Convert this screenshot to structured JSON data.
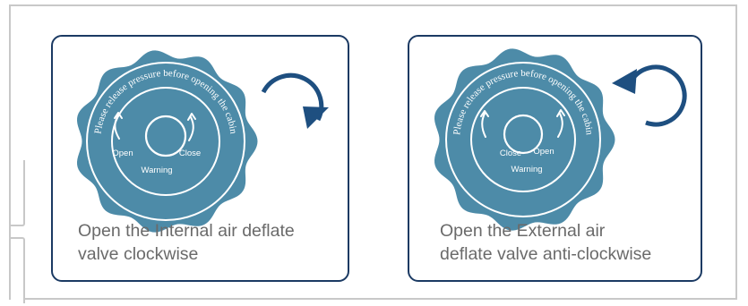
{
  "panels": [
    {
      "circle_text": "Please release pressure before opening the cabin",
      "left_label": "Open",
      "right_label": "Close",
      "bottom_label": "Warning",
      "caption": "Open the Internal air deflate\n valve clockwise",
      "rotation": "clockwise"
    },
    {
      "circle_text": "Please release pressure before opening the cabin",
      "left_label": "Close",
      "right_label": "Open",
      "bottom_label": "Warning",
      "caption": "Open the External air\ndeflate valve anti-clockwise",
      "rotation": "anti-clockwise"
    }
  ],
  "colors": {
    "knob": "#4d8ba8",
    "arrow": "#1e4f80",
    "panel_border": "#1b3a63",
    "frame_border": "#c8c8c8",
    "caption": "#6a6a6a"
  }
}
